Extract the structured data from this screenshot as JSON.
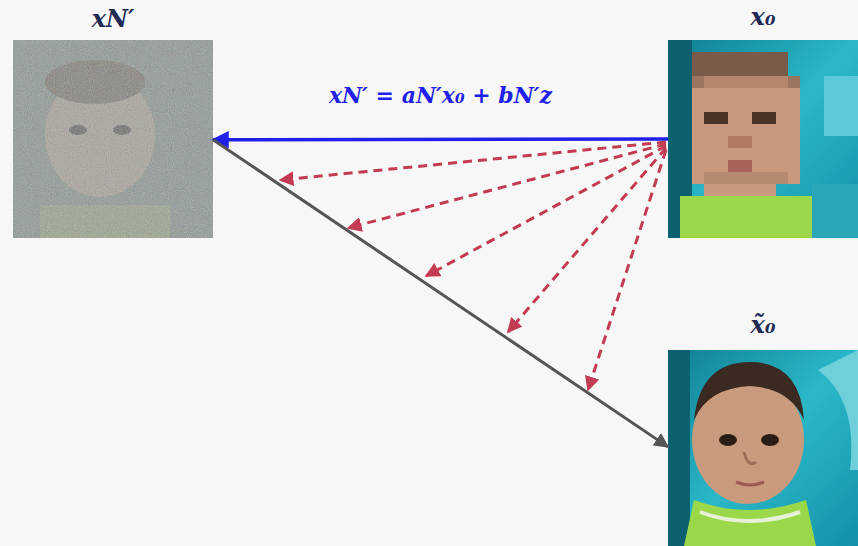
{
  "diagram": {
    "nodes": [
      {
        "text": [
          "xN′"
        ]
      },
      {
        "text": [
          "x₀"
        ]
      },
      {
        "text": [
          "x̃₀"
        ]
      }
    ],
    "edges": [
      {
        "from": 1,
        "to": 0,
        "arrow": "to",
        "label": "xN′ = aN′x₀ + bN′z"
      },
      {
        "from": 0,
        "to": 2,
        "arrow": "to"
      }
    ]
  }
}
